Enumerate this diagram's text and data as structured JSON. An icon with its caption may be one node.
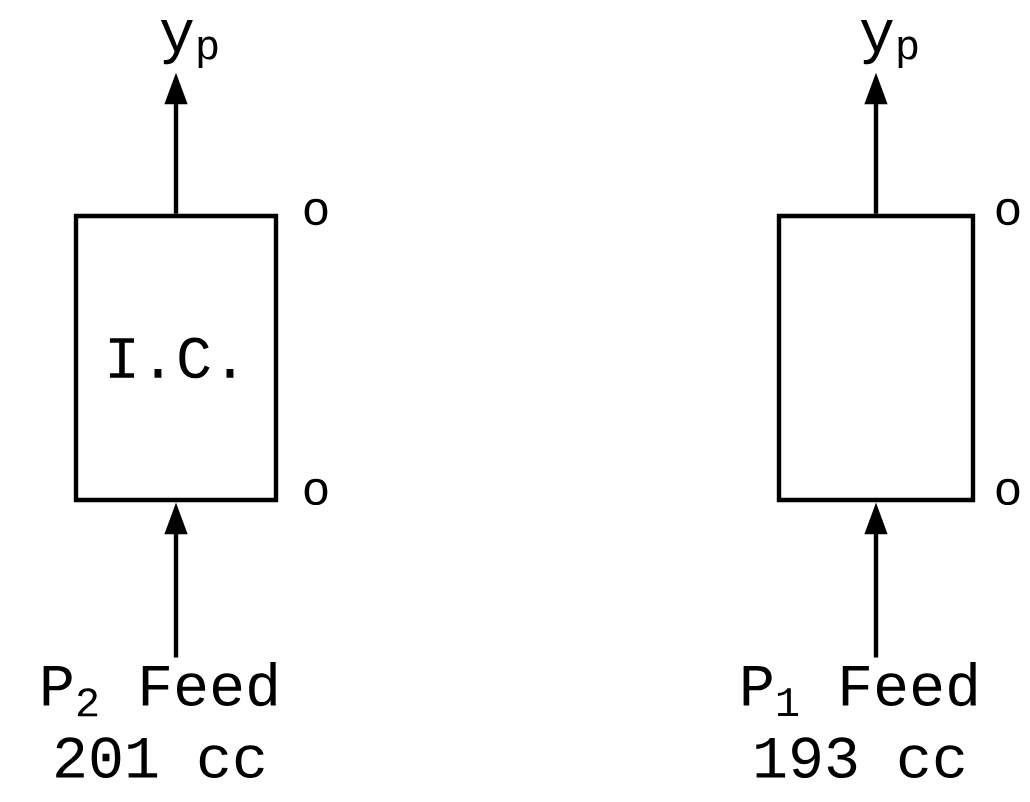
{
  "diagram": {
    "nodes": [
      {
        "text": [
          "y$_{p}$"
        ]
      },
      {
        "text": [
          "I.C."
        ]
      },
      {
        "text": [
          "P$_{2}$ Feed",
          "201 cc"
        ]
      },
      {
        "text": [
          "y$_{p}$"
        ]
      },
      {
        "text": [],
        "shape": "box"
      },
      {
        "text": [
          "P$_{1}$ Feed",
          "193 cc"
        ]
      }
    ],
    "edges": [
      {
        "from": 1,
        "to": 0,
        "arrow": "to"
      },
      {
        "from": 2,
        "to": 1,
        "arrow": "to"
      },
      {
        "from": 4,
        "to": 3,
        "arrow": "to"
      },
      {
        "from": 5,
        "to": 4,
        "arrow": "to"
      }
    ],
    "labels": [
      "o",
      "o",
      "o",
      "o"
    ]
  }
}
